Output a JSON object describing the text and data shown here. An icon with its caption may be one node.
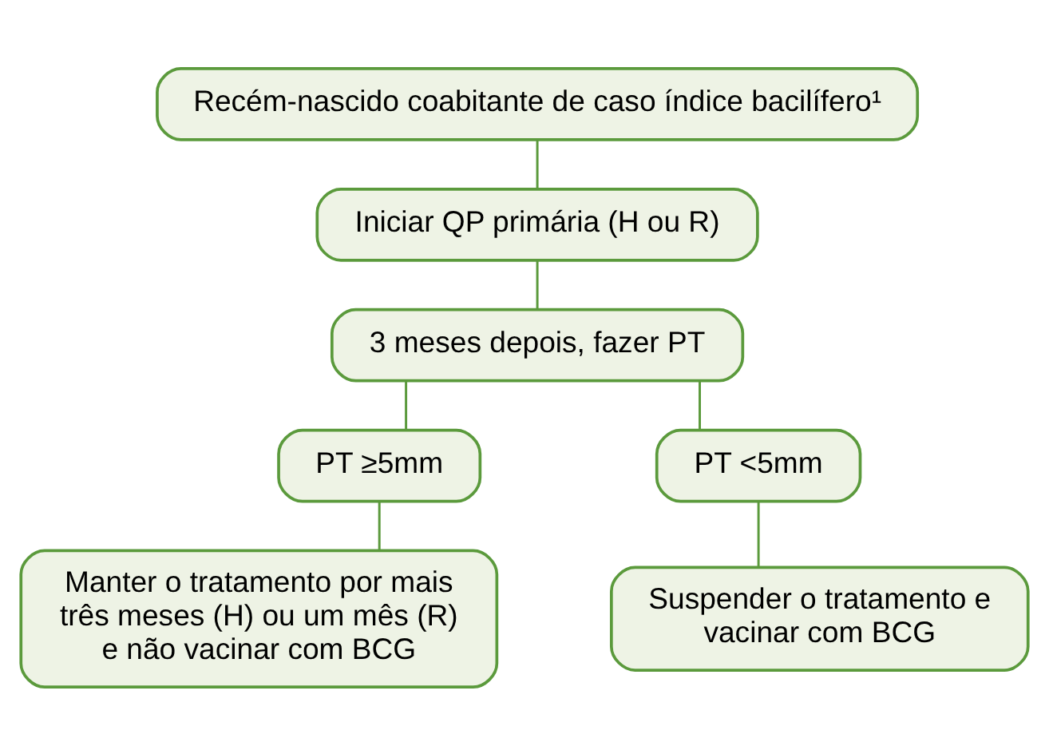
{
  "diagram": {
    "nodes": [
      {
        "text": [
          "Recém-nascido coabitante de caso índice bacilífero¹"
        ]
      },
      {
        "text": [
          "Iniciar QP primária (H ou R)"
        ]
      },
      {
        "text": [
          "3 meses depois, fazer PT"
        ]
      },
      {
        "text": [
          "PT ≥5mm"
        ]
      },
      {
        "text": [
          "PT <5mm"
        ]
      },
      {
        "text": [
          "Manter o tratamento por mais três meses (H) ou um mês (R) e não vacinar com BCG"
        ]
      },
      {
        "text": [
          "Suspender o tratamento e vacinar com BCG"
        ]
      }
    ],
    "edges": [
      {
        "from": 0,
        "to": 1,
        "arrow": "none"
      },
      {
        "from": 1,
        "to": 2,
        "arrow": "none"
      },
      {
        "from": 2,
        "to": 3,
        "arrow": "none"
      },
      {
        "from": 2,
        "to": 4,
        "arrow": "none"
      },
      {
        "from": 3,
        "to": 5,
        "arrow": "none"
      },
      {
        "from": 4,
        "to": 6,
        "arrow": "none"
      }
    ]
  }
}
